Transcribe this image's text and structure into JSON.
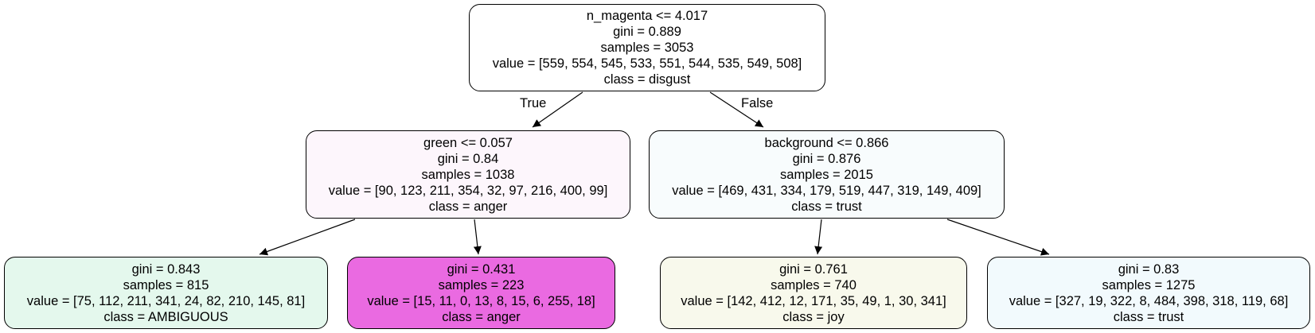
{
  "nodes": {
    "root": {
      "lines": [
        "n_magenta <= 4.017",
        "gini = 0.889",
        "samples = 3053",
        "value = [559, 554, 545, 533, 551, 544, 535, 549, 508]",
        "class = disgust"
      ],
      "fill": "#ffffff"
    },
    "left": {
      "lines": [
        "green <= 0.057",
        "gini = 0.84",
        "samples = 1038",
        "value = [90, 123, 211, 354, 32, 97, 216, 400, 99]",
        "class = anger"
      ],
      "fill": "#fdf6fc"
    },
    "right": {
      "lines": [
        "background <= 0.866",
        "gini = 0.876",
        "samples = 2015",
        "value = [469, 431, 334, 179, 519, 447, 319, 149, 409]",
        "class = trust"
      ],
      "fill": "#f8fcfd"
    },
    "left_left": {
      "lines": [
        "gini = 0.843",
        "samples = 815",
        "value = [75, 112, 211, 341, 24, 82, 210, 145, 81]",
        "class = AMBIGUOUS"
      ],
      "fill": "#e4f8ed"
    },
    "left_right": {
      "lines": [
        "gini = 0.431",
        "samples = 223",
        "value = [15, 11, 0, 13, 8, 15, 6, 255, 18]",
        "class = anger"
      ],
      "fill": "#ea6ae1"
    },
    "right_left": {
      "lines": [
        "gini = 0.761",
        "samples = 740",
        "value = [142, 412, 12, 171, 35, 49, 1, 30, 341]",
        "class = joy"
      ],
      "fill": "#f8f9ec"
    },
    "right_right": {
      "lines": [
        "gini = 0.83",
        "samples = 1275",
        "value = [327, 19, 322, 8, 484, 398, 318, 119, 68]",
        "class = trust"
      ],
      "fill": "#f2fafd"
    }
  },
  "edge_labels": {
    "true": "True",
    "false": "False"
  }
}
